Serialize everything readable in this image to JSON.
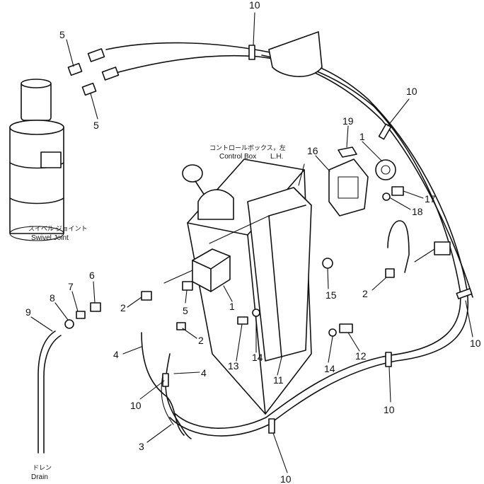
{
  "callouts": [
    "10",
    "5",
    "5",
    "10",
    "19",
    "1",
    "16",
    "17",
    "18",
    "2",
    "6",
    "7",
    "8",
    "9",
    "2",
    "5",
    "1",
    "15",
    "2",
    "4",
    "4",
    "13",
    "14",
    "11",
    "14",
    "12",
    "10",
    "10",
    "3",
    "10",
    "10"
  ],
  "labels": {
    "control_box_jp": "コントロールボックス，左",
    "control_box_en": "Control Box",
    "lh": "L.H.",
    "swivel_jp": "スイベル ジョイント",
    "swivel_en": "Swivel Joint",
    "drain_jp": "ドレン",
    "drain_en": "Drain"
  }
}
